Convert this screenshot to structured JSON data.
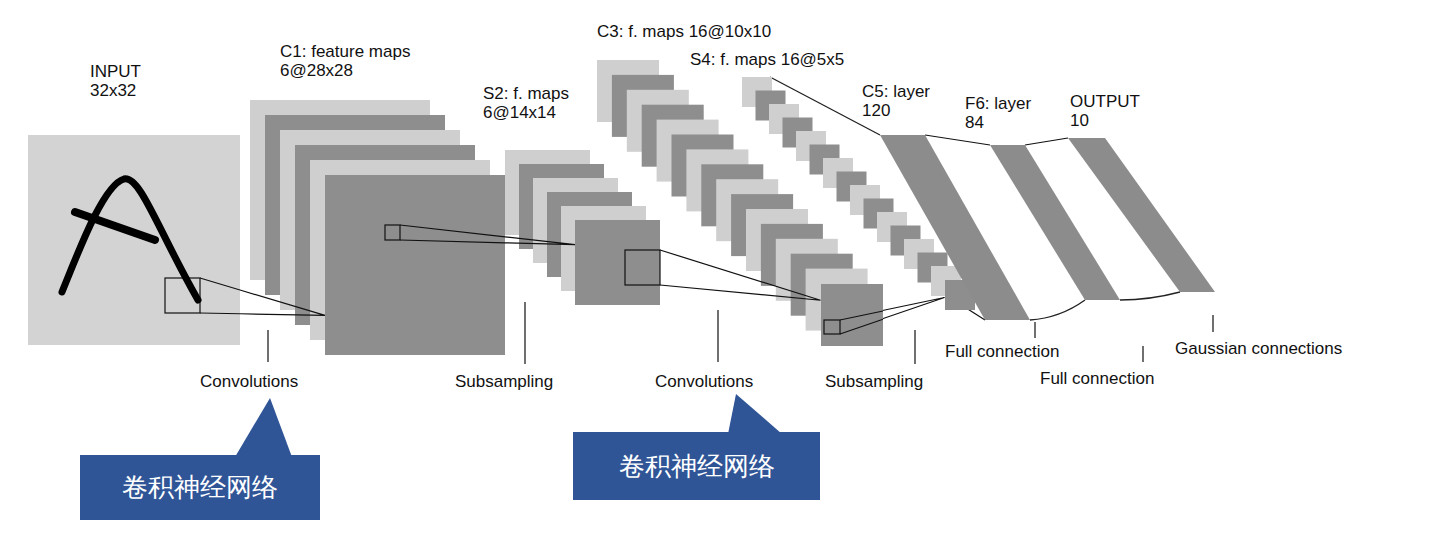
{
  "diagram": {
    "nodes": [
      {
        "text": [
          "INPUT 32x32"
        ]
      },
      {
        "text": [
          "C1: feature maps 6@28x28"
        ]
      },
      {
        "text": [
          "S2: f. maps 6@14x14"
        ]
      },
      {
        "text": [
          "C3: f. maps 16@10x10"
        ]
      },
      {
        "text": [
          "S4: f. maps 16@5x5"
        ]
      },
      {
        "text": [
          "C5: layer 120"
        ]
      },
      {
        "text": [
          "F6: layer 84"
        ]
      },
      {
        "text": [
          "OUTPUT 10"
        ]
      },
      {
        "text": [
          "卷积神经网络"
        ]
      },
      {
        "text": [
          "卷积神经网络"
        ]
      }
    ],
    "edges": [
      {
        "from": 0,
        "to": 1,
        "arrow": "none"
      },
      {
        "from": 1,
        "to": 2,
        "arrow": "none"
      },
      {
        "from": 2,
        "to": 3,
        "arrow": "none"
      },
      {
        "from": 3,
        "to": 4,
        "arrow": "none"
      },
      {
        "from": 4,
        "to": 5,
        "arrow": "none"
      },
      {
        "from": 5,
        "to": 6,
        "arrow": "none"
      },
      {
        "from": 6,
        "to": 7,
        "arrow": "none"
      }
    ],
    "labels": [
      "Convolutions",
      "Subsampling",
      "Convolutions",
      "Subsampling",
      "Full connection",
      "Full connection",
      "Gaussian connections"
    ]
  }
}
